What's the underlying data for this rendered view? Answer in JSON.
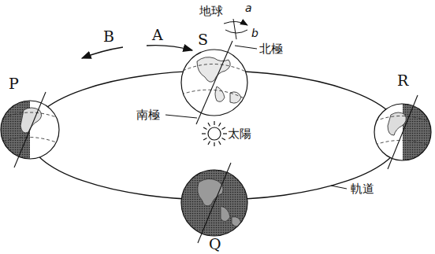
{
  "diagram": {
    "labels": [
      "地球",
      "a",
      "b",
      "北極",
      "南極",
      "太陽",
      "軌道",
      "A",
      "B",
      "P",
      "Q",
      "R",
      "S"
    ]
  }
}
